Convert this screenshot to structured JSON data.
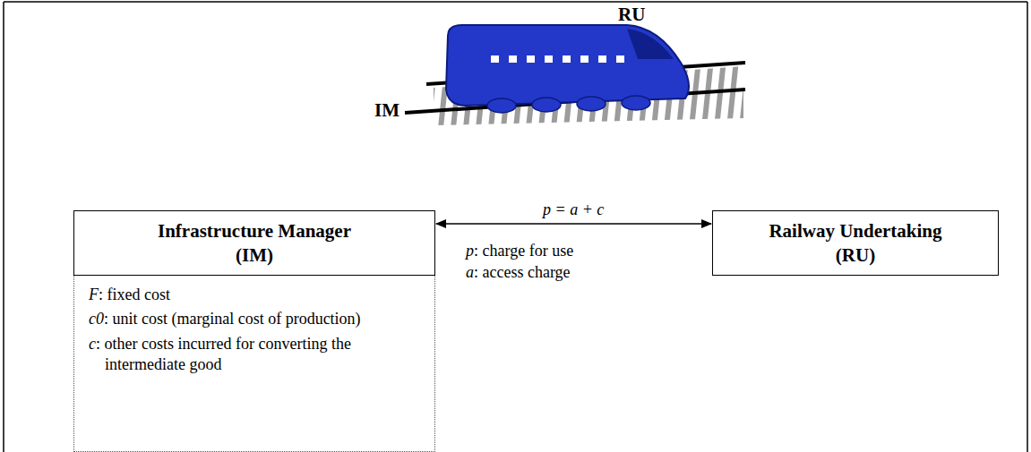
{
  "diagram": {
    "nodes": [
      {
        "text": [
          "Infrastructure Manager (IM)"
        ]
      },
      {
        "text": [
          "Railway Undertaking (RU)"
        ]
      },
      {
        "text": [
          "F: fixed cost",
          "c0: unit cost (marginal cost of production)",
          "c: other costs incurred for converting the intermediate good"
        ]
      }
    ],
    "edges": [
      {
        "from": 0,
        "to": 1,
        "label": "p = a + c",
        "arrow": "both"
      }
    ],
    "labels": [
      "RU",
      "IM",
      "p: charge for use",
      "a: access charge"
    ]
  }
}
